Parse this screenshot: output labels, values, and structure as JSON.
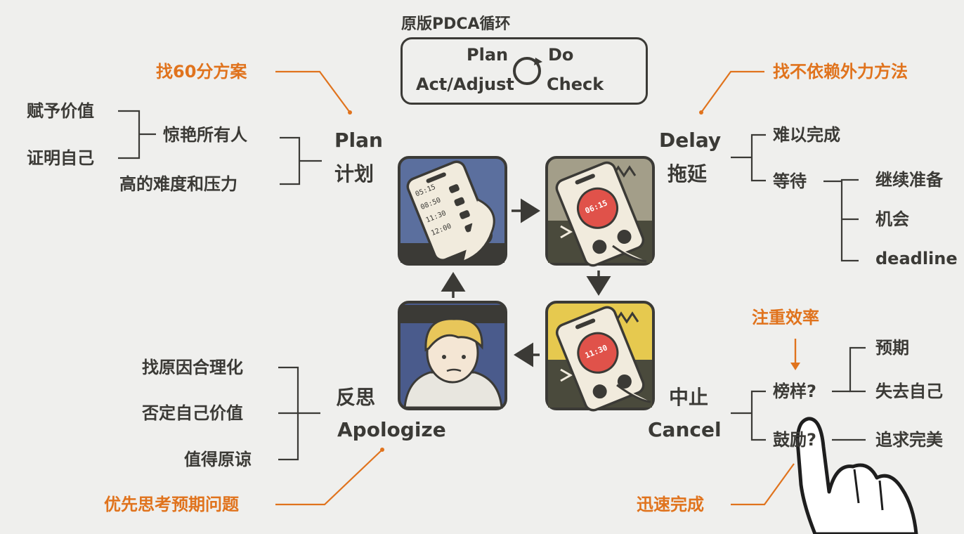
{
  "pdca": {
    "title": "原版PDCA循环",
    "plan": "Plan",
    "do": "Do",
    "act": "Act/Adjust",
    "check": "Check"
  },
  "plan": {
    "en": "Plan",
    "zh": "计划",
    "annotation": "找60分方案",
    "branches": [
      "惊艳所有人",
      "高的难度和压力"
    ],
    "sub_branches": [
      "赋予价值",
      "证明自己"
    ]
  },
  "delay": {
    "en": "Delay",
    "zh": "拖延",
    "annotation": "找不依赖外力方法",
    "branches": [
      "难以完成",
      "等待"
    ],
    "wait_items": [
      "继续准备",
      "机会",
      "deadline"
    ]
  },
  "cancel": {
    "zh": "中止",
    "en": "Cancel",
    "annotation_top": "注重效率",
    "annotation_bottom": "迅速完成",
    "branches": [
      "榜样?",
      "鼓励?"
    ],
    "role_model_items": [
      "预期",
      "失去自己"
    ],
    "encourage_items": [
      "追求完美"
    ]
  },
  "apologize": {
    "zh": "反思",
    "en": "Apologize",
    "annotation": "优先思考预期问题",
    "branches": [
      "找原因合理化",
      "否定自己价值",
      "值得原谅"
    ]
  },
  "tiles": {
    "plan_times": [
      "05:15",
      "08:50",
      "11:30",
      "12:00"
    ],
    "delay_timer": "06:15",
    "cancel_timer": "11:30"
  },
  "colors": {
    "ink": "#3b3a36",
    "accent": "#e0731d",
    "background": "#efefed",
    "plan_tile": "#5b6f9e",
    "delay_tile": "#a39e89",
    "cancel_tile": "#e6c94f",
    "apologize_tile": "#4a5b8c",
    "timer_red": "#e0524a"
  }
}
